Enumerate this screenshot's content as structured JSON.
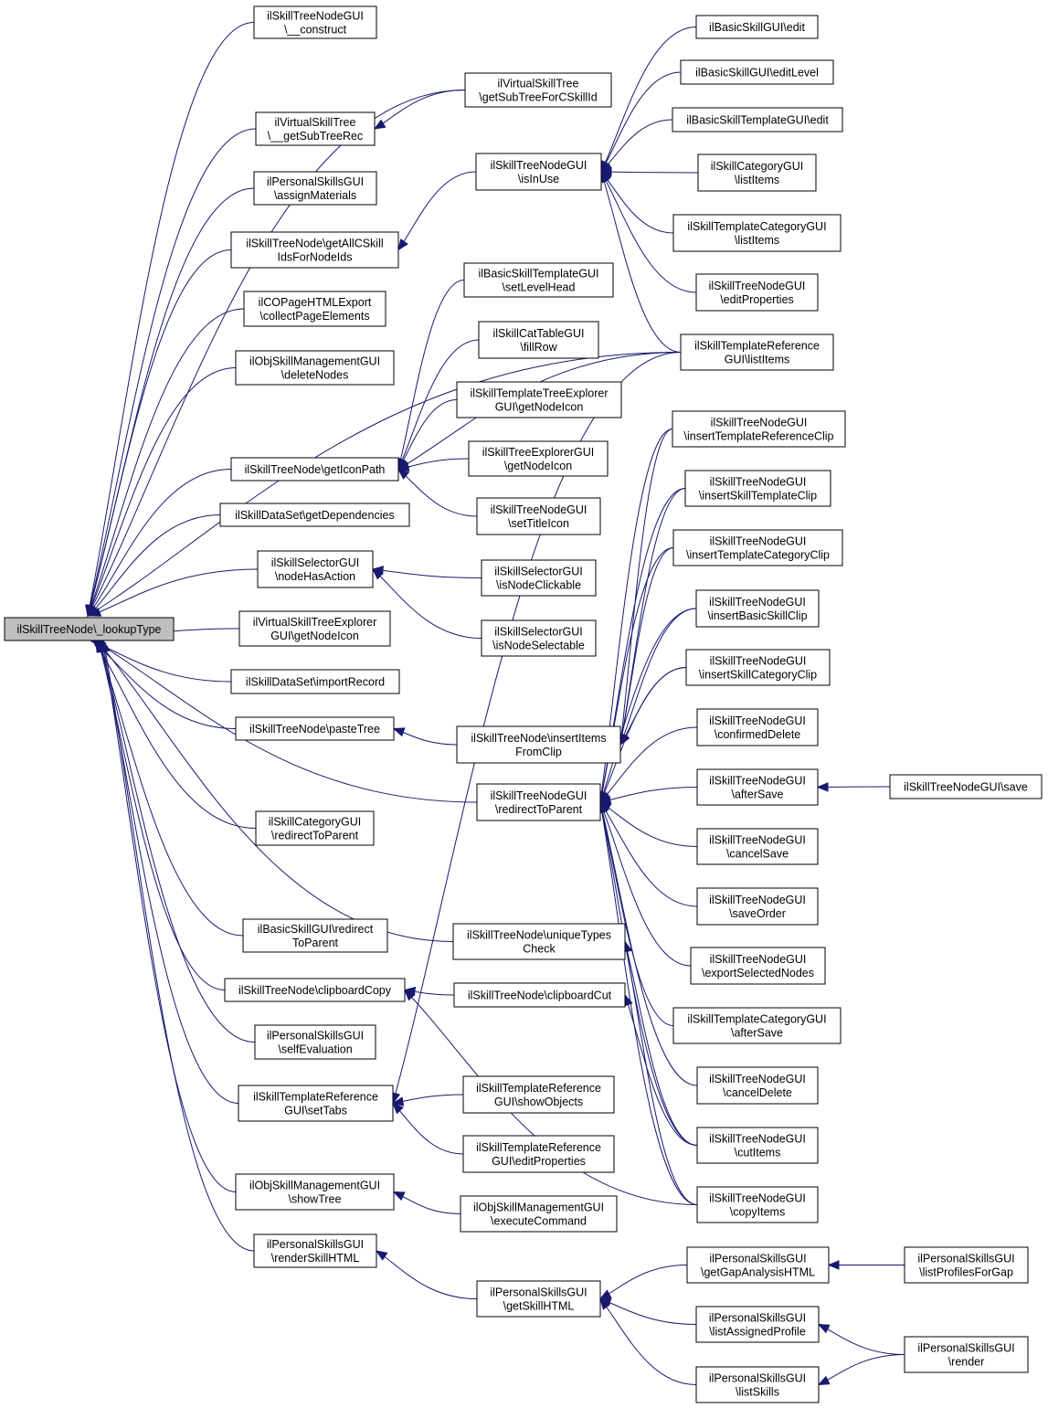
{
  "colors": {
    "edge": "#191970",
    "root_fill": "#bfbfbf",
    "node_fill": "#ffffff",
    "border": "#000000"
  },
  "nodes": [
    {
      "id": "root",
      "lines": [
        "ilSkillTreeNode\\_lookupType"
      ],
      "root": true
    },
    {
      "id": "n_construct",
      "lines": [
        "ilSkillTreeNodeGUI",
        "\\__construct"
      ]
    },
    {
      "id": "n_vst_getsubrec",
      "lines": [
        "ilVirtualSkillTree",
        "\\__getSubTreeRec"
      ]
    },
    {
      "id": "n_ps_assign",
      "lines": [
        "ilPersonalSkillsGUI",
        "\\assignMaterials"
      ]
    },
    {
      "id": "n_stn_getall",
      "lines": [
        "ilSkillTreeNode\\getAllCSkill",
        "IdsForNodeIds"
      ]
    },
    {
      "id": "n_copage",
      "lines": [
        "ilCOPageHTMLExport",
        "\\collectPageElements"
      ]
    },
    {
      "id": "n_osm_delete",
      "lines": [
        "ilObjSkillManagementGUI",
        "\\deleteNodes"
      ]
    },
    {
      "id": "n_stn_icon",
      "lines": [
        "ilSkillTreeNode\\getIconPath"
      ]
    },
    {
      "id": "n_ds_dep",
      "lines": [
        "ilSkillDataSet\\getDependencies"
      ]
    },
    {
      "id": "n_sel_has",
      "lines": [
        "ilSkillSelectorGUI",
        "\\nodeHasAction"
      ]
    },
    {
      "id": "n_vste_icon",
      "lines": [
        "ilVirtualSkillTreeExplorer",
        "GUI\\getNodeIcon"
      ]
    },
    {
      "id": "n_ds_import",
      "lines": [
        "ilSkillDataSet\\importRecord"
      ]
    },
    {
      "id": "n_stn_paste",
      "lines": [
        "ilSkillTreeNode\\pasteTree"
      ]
    },
    {
      "id": "n_cat_redirect",
      "lines": [
        "ilSkillCategoryGUI",
        "\\redirectToParent"
      ]
    },
    {
      "id": "n_basic_redirect",
      "lines": [
        "ilBasicSkillGUI\\redirect",
        "ToParent"
      ]
    },
    {
      "id": "n_stn_copy",
      "lines": [
        "ilSkillTreeNode\\clipboardCopy"
      ]
    },
    {
      "id": "n_ps_self",
      "lines": [
        "ilPersonalSkillsGUI",
        "\\selfEvaluation"
      ]
    },
    {
      "id": "n_str_tabs",
      "lines": [
        "ilSkillTemplateReference",
        "GUI\\setTabs"
      ]
    },
    {
      "id": "n_osm_show",
      "lines": [
        "ilObjSkillManagementGUI",
        "\\showTree"
      ]
    },
    {
      "id": "n_ps_render",
      "lines": [
        "ilPersonalSkillsGUI",
        "\\renderSkillHTML"
      ]
    },
    {
      "id": "n_vst_getsub",
      "lines": [
        "ilVirtualSkillTree",
        "\\getSubTreeForCSkillId"
      ]
    },
    {
      "id": "n_stng_inuse",
      "lines": [
        "ilSkillTreeNodeGUI",
        "\\isInUse"
      ]
    },
    {
      "id": "n_bst_level",
      "lines": [
        "ilBasicSkillTemplateGUI",
        "\\setLevelHead"
      ]
    },
    {
      "id": "n_cattable",
      "lines": [
        "ilSkillCatTableGUI",
        "\\fillRow"
      ]
    },
    {
      "id": "n_stte_icon",
      "lines": [
        "ilSkillTemplateTreeExplorer",
        "GUI\\getNodeIcon"
      ]
    },
    {
      "id": "n_ste_icon",
      "lines": [
        "ilSkillTreeExplorerGUI",
        "\\getNodeIcon"
      ]
    },
    {
      "id": "n_stng_title",
      "lines": [
        "ilSkillTreeNodeGUI",
        "\\setTitleIcon"
      ]
    },
    {
      "id": "n_sel_click",
      "lines": [
        "ilSkillSelectorGUI",
        "\\isNodeClickable"
      ]
    },
    {
      "id": "n_sel_select",
      "lines": [
        "ilSkillSelectorGUI",
        "\\isNodeSelectable"
      ]
    },
    {
      "id": "n_stn_insert",
      "lines": [
        "ilSkillTreeNode\\insertItems",
        "FromClip"
      ]
    },
    {
      "id": "n_stng_redirect",
      "lines": [
        "ilSkillTreeNodeGUI",
        "\\redirectToParent"
      ]
    },
    {
      "id": "n_stn_unique",
      "lines": [
        "ilSkillTreeNode\\uniqueTypes",
        "Check"
      ]
    },
    {
      "id": "n_stn_cut",
      "lines": [
        "ilSkillTreeNode\\clipboardCut"
      ]
    },
    {
      "id": "n_str_show",
      "lines": [
        "ilSkillTemplateReference",
        "GUI\\showObjects"
      ]
    },
    {
      "id": "n_str_edit",
      "lines": [
        "ilSkillTemplateReference",
        "GUI\\editProperties"
      ]
    },
    {
      "id": "n_osm_exec",
      "lines": [
        "ilObjSkillManagementGUI",
        "\\executeCommand"
      ]
    },
    {
      "id": "n_ps_getskill",
      "lines": [
        "ilPersonalSkillsGUI",
        "\\getSkillHTML"
      ]
    },
    {
      "id": "n_bs_edit",
      "lines": [
        "ilBasicSkillGUI\\edit"
      ]
    },
    {
      "id": "n_bs_editlevel",
      "lines": [
        "ilBasicSkillGUI\\editLevel"
      ]
    },
    {
      "id": "n_bst_edit",
      "lines": [
        "ilBasicSkillTemplateGUI\\edit"
      ]
    },
    {
      "id": "n_cat_list",
      "lines": [
        "ilSkillCategoryGUI",
        "\\listItems"
      ]
    },
    {
      "id": "n_tcat_list",
      "lines": [
        "ilSkillTemplateCategoryGUI",
        "\\listItems"
      ]
    },
    {
      "id": "n_stng_editprop",
      "lines": [
        "ilSkillTreeNodeGUI",
        "\\editProperties"
      ]
    },
    {
      "id": "n_str_list",
      "lines": [
        "ilSkillTemplateReference",
        "GUI\\listItems"
      ]
    },
    {
      "id": "n_stng_ins_tref",
      "lines": [
        "ilSkillTreeNodeGUI",
        "\\insertTemplateReferenceClip"
      ]
    },
    {
      "id": "n_stng_ins_stc",
      "lines": [
        "ilSkillTreeNodeGUI",
        "\\insertSkillTemplateClip"
      ]
    },
    {
      "id": "n_stng_ins_tcc",
      "lines": [
        "ilSkillTreeNodeGUI",
        "\\insertTemplateCategoryClip"
      ]
    },
    {
      "id": "n_stng_ins_bsc",
      "lines": [
        "ilSkillTreeNodeGUI",
        "\\insertBasicSkillClip"
      ]
    },
    {
      "id": "n_stng_ins_scc",
      "lines": [
        "ilSkillTreeNodeGUI",
        "\\insertSkillCategoryClip"
      ]
    },
    {
      "id": "n_stng_confdel",
      "lines": [
        "ilSkillTreeNodeGUI",
        "\\confirmedDelete"
      ]
    },
    {
      "id": "n_stng_aftersave",
      "lines": [
        "ilSkillTreeNodeGUI",
        "\\afterSave"
      ]
    },
    {
      "id": "n_stng_cancelsave",
      "lines": [
        "ilSkillTreeNodeGUI",
        "\\cancelSave"
      ]
    },
    {
      "id": "n_stng_saveorder",
      "lines": [
        "ilSkillTreeNodeGUI",
        "\\saveOrder"
      ]
    },
    {
      "id": "n_stng_export",
      "lines": [
        "ilSkillTreeNodeGUI",
        "\\exportSelectedNodes"
      ]
    },
    {
      "id": "n_tcat_aftersave",
      "lines": [
        "ilSkillTemplateCategoryGUI",
        "\\afterSave"
      ]
    },
    {
      "id": "n_stng_canceldel",
      "lines": [
        "ilSkillTreeNodeGUI",
        "\\cancelDelete"
      ]
    },
    {
      "id": "n_stng_cut",
      "lines": [
        "ilSkillTreeNodeGUI",
        "\\cutItems"
      ]
    },
    {
      "id": "n_stng_copy",
      "lines": [
        "ilSkillTreeNodeGUI",
        "\\copyItems"
      ]
    },
    {
      "id": "n_stng_save",
      "lines": [
        "ilSkillTreeNodeGUI\\save"
      ]
    },
    {
      "id": "n_ps_gap",
      "lines": [
        "ilPersonalSkillsGUI",
        "\\getGapAnalysisHTML"
      ]
    },
    {
      "id": "n_ps_assigned",
      "lines": [
        "ilPersonalSkillsGUI",
        "\\listAssignedProfile"
      ]
    },
    {
      "id": "n_ps_listskills",
      "lines": [
        "ilPersonalSkillsGUI",
        "\\listSkills"
      ]
    },
    {
      "id": "n_ps_profiles",
      "lines": [
        "ilPersonalSkillsGUI",
        "\\listProfilesForGap"
      ]
    },
    {
      "id": "n_ps_render2",
      "lines": [
        "ilPersonalSkillsGUI",
        "\\render"
      ]
    }
  ],
  "edges": [
    [
      "n_construct",
      "root"
    ],
    [
      "n_vst_getsub",
      "root"
    ],
    [
      "n_vst_getsubrec",
      "root"
    ],
    [
      "n_ps_assign",
      "root"
    ],
    [
      "n_stn_getall",
      "root"
    ],
    [
      "n_str_list",
      "root"
    ],
    [
      "n_copage",
      "root"
    ],
    [
      "n_osm_delete",
      "root"
    ],
    [
      "n_stn_icon",
      "root"
    ],
    [
      "n_ds_dep",
      "root"
    ],
    [
      "n_sel_has",
      "root"
    ],
    [
      "n_vste_icon",
      "root"
    ],
    [
      "n_ds_import",
      "root"
    ],
    [
      "n_stn_paste",
      "root"
    ],
    [
      "n_stng_redirect",
      "root"
    ],
    [
      "n_cat_redirect",
      "root"
    ],
    [
      "n_stn_unique",
      "root"
    ],
    [
      "n_basic_redirect",
      "root"
    ],
    [
      "n_stn_copy",
      "root"
    ],
    [
      "n_ps_self",
      "root"
    ],
    [
      "n_str_tabs",
      "root"
    ],
    [
      "n_osm_show",
      "root"
    ],
    [
      "n_ps_render",
      "root"
    ],
    [
      "n_vst_getsub",
      "n_vst_getsubrec"
    ],
    [
      "n_stng_inuse",
      "n_stn_getall"
    ],
    [
      "n_bs_edit",
      "n_stng_inuse"
    ],
    [
      "n_bs_editlevel",
      "n_stng_inuse"
    ],
    [
      "n_bst_edit",
      "n_stng_inuse"
    ],
    [
      "n_cat_list",
      "n_stng_inuse"
    ],
    [
      "n_tcat_list",
      "n_stng_inuse"
    ],
    [
      "n_stng_editprop",
      "n_stng_inuse"
    ],
    [
      "n_str_list",
      "n_stng_inuse"
    ],
    [
      "n_bst_level",
      "n_stn_icon"
    ],
    [
      "n_cattable",
      "n_stn_icon"
    ],
    [
      "n_stte_icon",
      "n_stn_icon"
    ],
    [
      "n_ste_icon",
      "n_stn_icon"
    ],
    [
      "n_stng_title",
      "n_stn_icon"
    ],
    [
      "n_str_list",
      "n_stn_icon"
    ],
    [
      "n_sel_click",
      "n_sel_has"
    ],
    [
      "n_sel_select",
      "n_sel_has"
    ],
    [
      "n_stn_insert",
      "n_stn_paste"
    ],
    [
      "n_stng_ins_tref",
      "n_stn_insert"
    ],
    [
      "n_stng_ins_stc",
      "n_stn_insert"
    ],
    [
      "n_stng_ins_tcc",
      "n_stn_insert"
    ],
    [
      "n_stng_ins_bsc",
      "n_stn_insert"
    ],
    [
      "n_stng_ins_scc",
      "n_stn_insert"
    ],
    [
      "n_stng_ins_tref",
      "n_stng_redirect"
    ],
    [
      "n_stng_ins_stc",
      "n_stng_redirect"
    ],
    [
      "n_stng_ins_tcc",
      "n_stng_redirect"
    ],
    [
      "n_stng_ins_bsc",
      "n_stng_redirect"
    ],
    [
      "n_stng_ins_scc",
      "n_stng_redirect"
    ],
    [
      "n_stng_confdel",
      "n_stng_redirect"
    ],
    [
      "n_stng_aftersave",
      "n_stng_redirect"
    ],
    [
      "n_stng_cancelsave",
      "n_stng_redirect"
    ],
    [
      "n_stng_saveorder",
      "n_stng_redirect"
    ],
    [
      "n_stng_export",
      "n_stng_redirect"
    ],
    [
      "n_tcat_aftersave",
      "n_stng_redirect"
    ],
    [
      "n_stng_canceldel",
      "n_stng_redirect"
    ],
    [
      "n_stng_cut",
      "n_stng_redirect"
    ],
    [
      "n_stng_copy",
      "n_stng_redirect"
    ],
    [
      "n_stng_save",
      "n_stng_aftersave"
    ],
    [
      "n_stn_cut",
      "n_stn_copy"
    ],
    [
      "n_stng_copy",
      "n_stn_copy"
    ],
    [
      "n_stng_cut",
      "n_stn_unique"
    ],
    [
      "n_stng_copy",
      "n_stn_unique"
    ],
    [
      "n_stng_cut",
      "n_stn_cut"
    ],
    [
      "n_str_show",
      "n_str_tabs"
    ],
    [
      "n_str_edit",
      "n_str_tabs"
    ],
    [
      "n_str_list",
      "n_str_tabs"
    ],
    [
      "n_osm_exec",
      "n_osm_show"
    ],
    [
      "n_ps_getskill",
      "n_ps_render"
    ],
    [
      "n_ps_gap",
      "n_ps_getskill"
    ],
    [
      "n_ps_assigned",
      "n_ps_getskill"
    ],
    [
      "n_ps_listskills",
      "n_ps_getskill"
    ],
    [
      "n_ps_profiles",
      "n_ps_gap"
    ],
    [
      "n_ps_render2",
      "n_ps_assigned"
    ],
    [
      "n_ps_render2",
      "n_ps_listskills"
    ]
  ]
}
